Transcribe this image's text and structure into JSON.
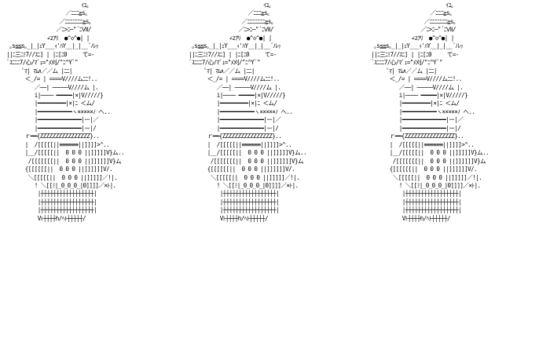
{
  "colors": {
    "background": "#ffffff",
    "text": "#000000"
  },
  "art": {
    "lines": [
      "                         ｲﾕ｡",
      "                    ／ﾆﾆﾆ≧s｡",
      "                  ／ﾆﾆﾆﾆﾆﾆﾆ≧s｡",
      "                 ／ﾆ>ﾆ─\"´ﾆⅦ/",
      "              ∠zｱﾘ  ●^◇^●| |",
      "  ｡s≦≦s｡_|_|ｪY___ｨ'ﾊY__|_|__´ﾉﾚｯ",
      " ||ﾆ三ﾆﾐ7//ｽﾆ] | |ﾆ[ﾆ0     て=-",
      " `ｽﾆﾆﾆ7/心/ﾏﾞｪ=\"ﾒ刈/\"ﾆ^Y`\"",
      "      ﾟﾏ| ﾏﾑ∧／／ム |ﾆﾆ|",
      "       ＜_/= | ====V////ムﾆﾆ!..",
      "          ／──| ─────V////ム |.",
      "          i|──── ━━━━━|×|V/////}",
      "          |━━━━━━━━━|×|ﾆ ＜ム/",
      "          |━━━━━━━━━━━ヽ×××××ﾉ へ..",
      "          |━━━━━━━━━━━━━━|ー|／",
      "          |━━━━━━━━━━━━━━|ー|/",
      "       ｒ━━{ZZZZZZZZZZZZZZZZ}..",
      "       |  /[[[[[||≡≡≡≡≡≡||]]]]>^..",
      "       |__/[[[[[||  0 0 0 ||]]]]]V}ム..",
      "        /[[[[[[[||  0 0 0 ||]]]]]]V}ム",
      "       {[[[[[[||  0 0 0 ||]]]]]]V/.",
      "        ＼[[[[[||  0 0 0 ||]]]]]／!|.",
      "          ! ＼[[ﾐ|_0_0_0_|0]]]]／×ﾄ|.",
      "           |┼┼┼┼┼┼┼┼┼┼┼┼┼┼┼┼┼|",
      "           |┼┼┼┼┼┼┼┼┼┼┼┼┼┼┼┼┼|",
      "           |┼┼┼┼┼┼┼┼┼┼┼┼┼┼┼┼┼|",
      "           Vﾄ┼┼┼┼h/ﾍﾄ┼┼┼┼┼/"
    ]
  }
}
